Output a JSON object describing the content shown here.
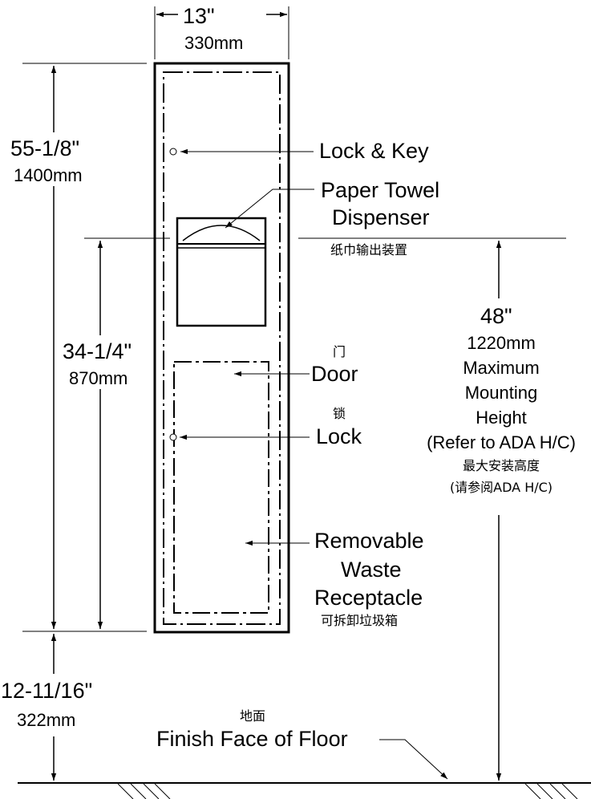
{
  "dimensions": {
    "width_in": "13\"",
    "width_mm": "330mm",
    "height_in": "55-1/8\"",
    "height_mm": "1400mm",
    "dispenser_in": "34-1/4\"",
    "dispenser_mm": "870mm",
    "floor_in": "12-11/16\"",
    "floor_mm": "322mm",
    "mount_in": "48\"",
    "mount_mm": "1220mm"
  },
  "labels": {
    "lock_key": "Lock & Key",
    "paper_towel_1": "Paper Towel",
    "paper_towel_2": "Dispenser",
    "paper_towel_cn": "纸巾输出装置",
    "door_cn": "门",
    "door": "Door",
    "lock_cn": "锁",
    "lock": "Lock",
    "mount_1": "Maximum",
    "mount_2": "Mounting",
    "mount_3": "Height",
    "mount_4": "(Refer to ADA H/C)",
    "mount_cn_1": "最大安装高度",
    "mount_cn_2": "(请参阅ADA H/C)",
    "waste_1": "Removable",
    "waste_2": "Waste",
    "waste_3": "Receptacle",
    "waste_cn": "可拆卸垃圾箱",
    "floor_cn": "地面",
    "floor": "Finish Face of Floor"
  }
}
